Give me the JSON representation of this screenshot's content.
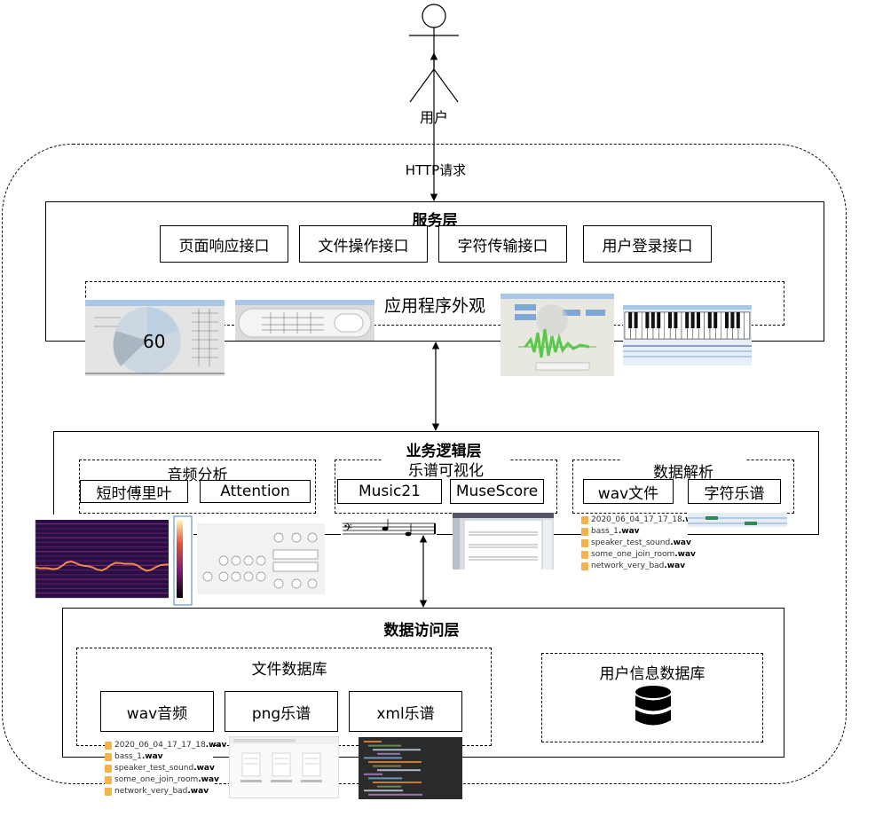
{
  "actor": {
    "label": "用户"
  },
  "http_label": "HTTP请求",
  "service_layer": {
    "title": "服务层",
    "interfaces": [
      "页面响应接口",
      "文件操作接口",
      "字符传输接口",
      "用户登录接口"
    ],
    "appearance": {
      "title": "应用程序外观",
      "dial_value": "60"
    }
  },
  "logic_layer": {
    "title": "业务逻辑层",
    "groups": [
      {
        "title": "音频分析",
        "items": [
          "短时傅里叶",
          "Attention"
        ]
      },
      {
        "title": "乐谱可视化",
        "items": [
          "Music21",
          "MuseScore"
        ]
      },
      {
        "title": "数据解析",
        "items": [
          "wav文件",
          "字符乐谱"
        ]
      }
    ],
    "file_list": [
      {
        "name": "2020_06_04_17_17_18",
        "ext": ".wav"
      },
      {
        "name": "bass_1",
        "ext": ".wav"
      },
      {
        "name": "speaker_test_sound",
        "ext": ".wav"
      },
      {
        "name": "some_one_join_room",
        "ext": ".wav"
      },
      {
        "name": "network_very_bad",
        "ext": ".wav"
      }
    ]
  },
  "data_layer": {
    "title": "数据访问层",
    "file_db": {
      "title": "文件数据库",
      "items": [
        "wav音频",
        "png乐谱",
        "xml乐谱"
      ]
    },
    "user_db": {
      "title": "用户信息数据库",
      "icon": "database-icon"
    },
    "file_list": [
      {
        "name": "2020_06_04_17_17_18",
        "ext": ".wav"
      },
      {
        "name": "bass_1",
        "ext": ".wav"
      },
      {
        "name": "speaker_test_sound",
        "ext": ".wav"
      },
      {
        "name": "some_one_join_room",
        "ext": ".wav"
      },
      {
        "name": "network_very_bad",
        "ext": ".wav"
      }
    ]
  },
  "colors": {
    "stroke": "#000000",
    "spectrogram_bg": "#2a0f45",
    "waveform": "#5ac84a",
    "screenshot_header": "#a9c7e6",
    "code_bg": "#2b2b2b",
    "file_icon": "#f1b34a"
  }
}
